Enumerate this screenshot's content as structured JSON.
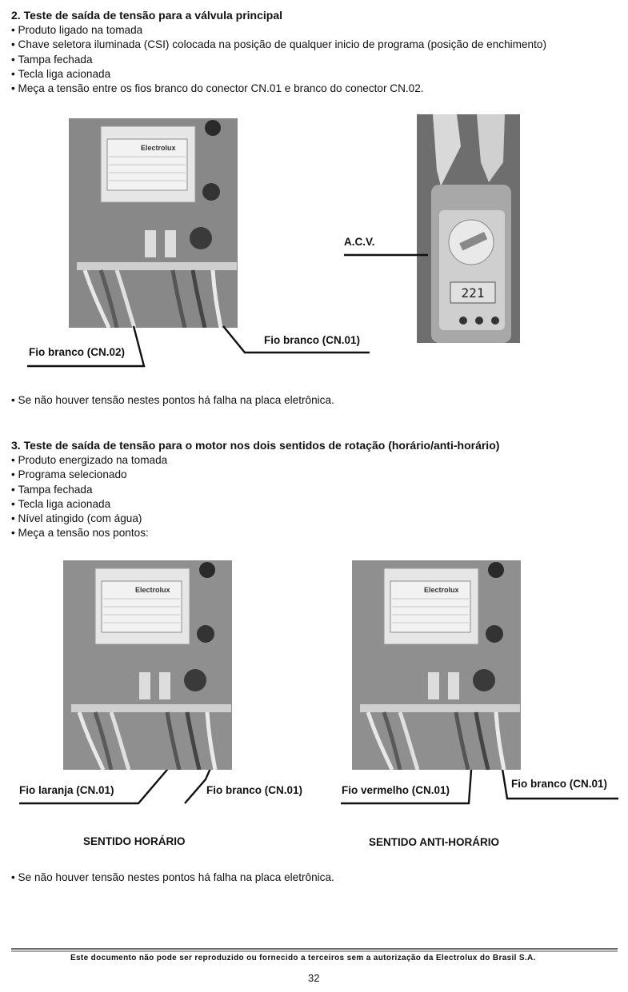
{
  "section2": {
    "title": "2. Teste de saída de tensão para a válvula principal",
    "items": [
      "Produto ligado na tomada",
      "Chave seletora iluminada (CSI) colocada na posição de qualquer inicio de programa (posição de enchimento)",
      "Tampa fechada",
      "Tecla liga acionada",
      "Meça a tensão entre os fios branco do conector CN.01 e branco do conector CN.02."
    ],
    "labels": {
      "acv": "A.C.V.",
      "fio_branco_cn02": "Fio branco (CN.02)",
      "fio_branco_cn01": "Fio branco (CN.01)"
    },
    "multimeter_display": "221",
    "note": "Se não houver tensão nestes pontos há falha na placa eletrônica."
  },
  "section3": {
    "title": "3. Teste de saída de tensão para o motor nos dois sentidos de rotação (horário/anti-horário)",
    "items": [
      "Produto energizado na tomada",
      "Programa selecionado",
      "Tampa fechada",
      "Tecla liga acionada",
      "Nível atingido (com água)",
      "Meça a tensão nos pontos:"
    ],
    "labels": {
      "fio_laranja_cn01": "Fio laranja (CN.01)",
      "fio_branco_cn01_left": "Fio branco (CN.01)",
      "fio_vermelho_cn01": "Fio vermelho (CN.01)",
      "fio_branco_cn01_right": "Fio branco (CN.01)"
    },
    "captions": {
      "horario": "SENTIDO HORÁRIO",
      "anti_horario": "SENTIDO ANTI-HORÁRIO"
    },
    "note": "Se não houver tensão nestes pontos há falha na placa eletrônica."
  },
  "board_label": {
    "brand": "Electrolux"
  },
  "footer": {
    "text": "Este documento não pode ser reproduzido ou fornecido a terceiros sem a autorização da Electrolux do Brasil S.A.",
    "page_number": "32"
  }
}
